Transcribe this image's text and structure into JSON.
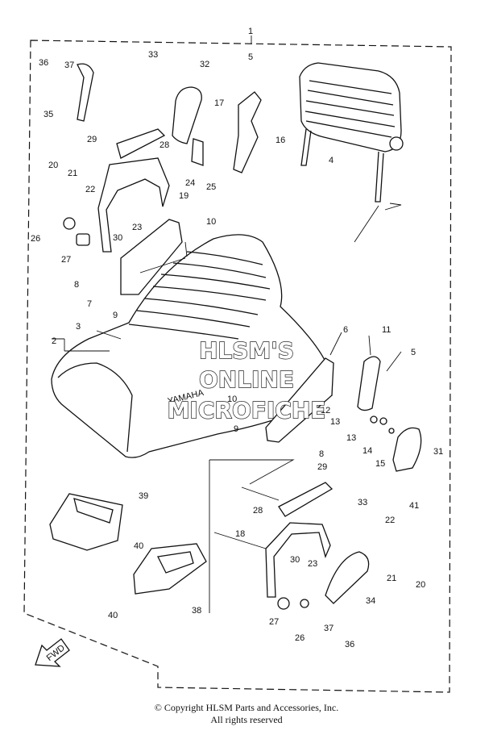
{
  "diagram": {
    "assembly_number": "1",
    "callouts": [
      "2",
      "3",
      "4",
      "5",
      "6",
      "7",
      "8",
      "9",
      "10",
      "11",
      "12",
      "13",
      "14",
      "15",
      "16",
      "17",
      "18",
      "19",
      "20",
      "21",
      "22",
      "23",
      "24",
      "25",
      "26",
      "27",
      "28",
      "29",
      "30",
      "31",
      "32",
      "33",
      "34",
      "35",
      "36",
      "37",
      "38",
      "39",
      "40",
      "41"
    ],
    "fwd_arrow_label": "FWD",
    "seat_emblem": "YAMAHA"
  },
  "watermark": {
    "line1": "HLSM'S",
    "line2": "ONLINE",
    "line3": "MICROFICHE"
  },
  "footer": {
    "copyright": "© Copyright HLSM Parts and Accessories, Inc.",
    "rights": "All rights reserved"
  }
}
